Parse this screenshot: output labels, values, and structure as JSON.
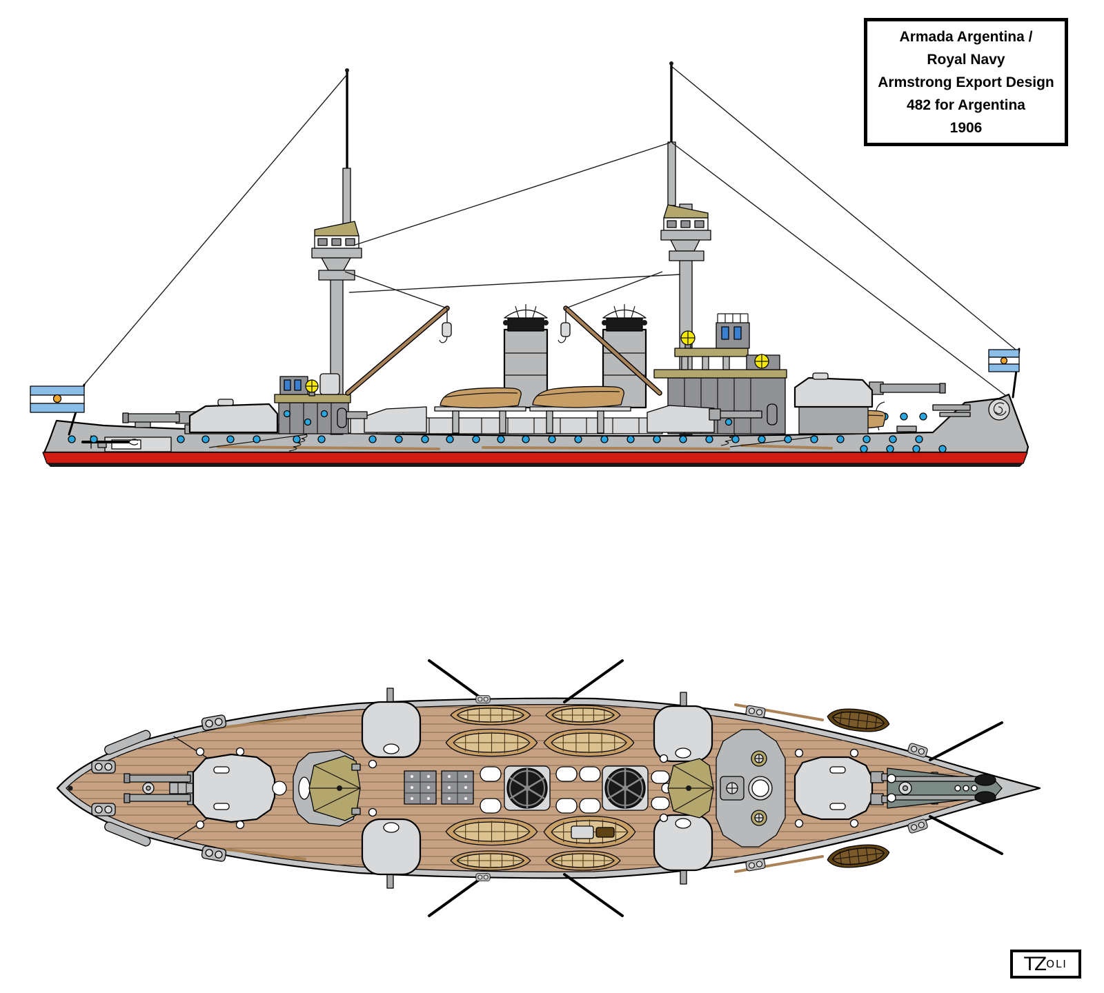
{
  "title_box": {
    "lines": [
      "Armada Argentina /",
      "Royal Navy",
      "Armstrong Export Design",
      "482 for Argentina",
      "1906"
    ]
  },
  "signature": {
    "part1": "TZ",
    "part2": "oli"
  },
  "colors": {
    "outline": "#000000",
    "hull": "#b7b9ba",
    "hull-dark": "#8f9194",
    "mid": "#a8aaac",
    "turret": "#d8d9da",
    "band": "#c4c6c8",
    "khaki": "#b3a76d",
    "deck": "#c6a283",
    "plank": "#7e6850",
    "stripe": "#cf1d15",
    "porthole": "#2aa7de",
    "flag-blue": "#8abde8",
    "flag-sun": "#f0a42c",
    "searchlight": "#f6ea00",
    "boat": "#c79e66",
    "boat-int": "#dcc290",
    "boat-dark": "#5f4312",
    "crane": "#a98257",
    "stern-gear": "#7b8a85",
    "window-blue": "#3a7fd0"
  }
}
